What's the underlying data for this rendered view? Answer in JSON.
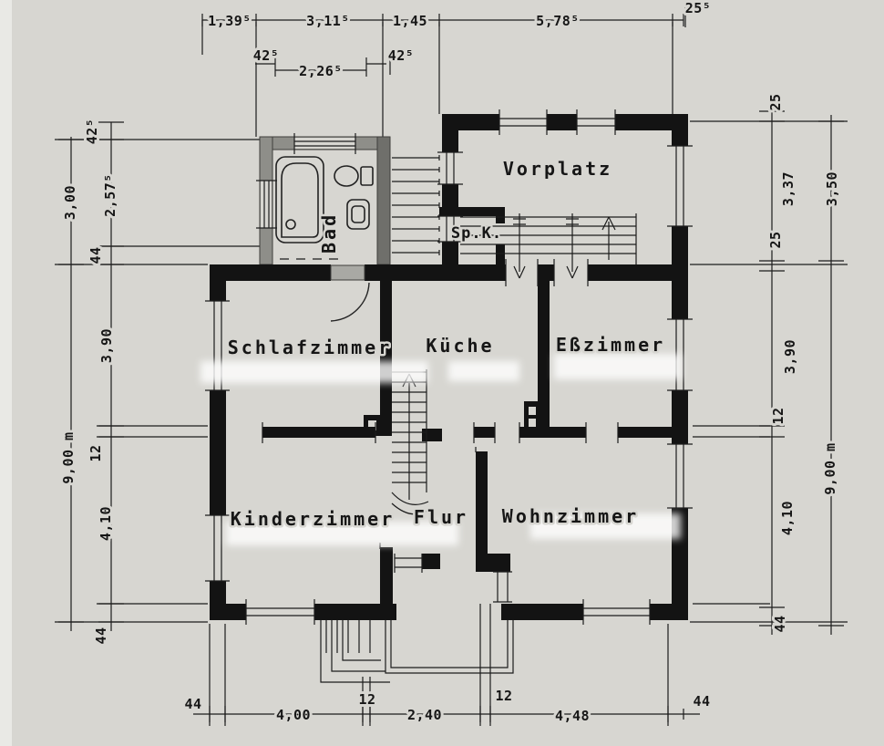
{
  "drawing": {
    "type": "architectural floor plan",
    "language": "German"
  },
  "colors": {
    "paper": "#d7d6d1",
    "ink": "#131313",
    "pencil_wall": "#8e8e89"
  },
  "rooms": {
    "vorplatz": "Vorplatz",
    "spk": "Sp.K.",
    "bad": "Bad",
    "schlafzimmer": "Schlafzimmer",
    "kueche": "Küche",
    "esszimmer": "Eßzimmer",
    "kinderzimmer": "Kinderzimmer",
    "flur": "Flur",
    "wohnzimmer": "Wohnzimmer"
  },
  "dims": {
    "top_row1": [
      "1,39⁵",
      "3,11⁵",
      "1,45",
      "5,78⁵",
      "25⁵"
    ],
    "top_row2": [
      "42⁵",
      "2,26⁵",
      "42⁵"
    ],
    "left_outer": [
      "3,00",
      "9,00 m"
    ],
    "left_inner": [
      "42⁵",
      "2,57⁵",
      "44",
      "3,90",
      "12",
      "4,10",
      "44"
    ],
    "right_inner": [
      "25",
      "3,37",
      "25",
      "3,90",
      "12",
      "4,10",
      "44"
    ],
    "right_outer": [
      "3,50",
      "9,00 m"
    ],
    "bottom": [
      "44",
      "4,00",
      "12",
      "2,40",
      "12",
      "4,48",
      "44"
    ]
  }
}
